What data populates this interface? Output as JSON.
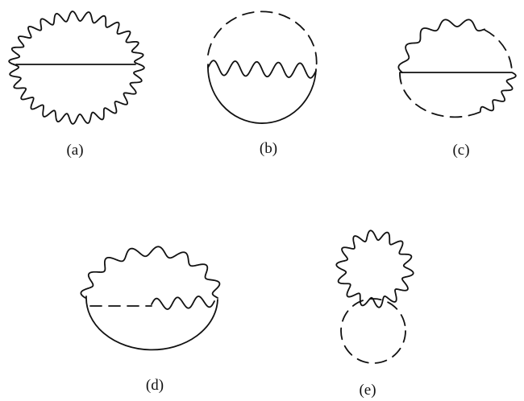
{
  "diagrams": [
    {
      "id": "a",
      "label": "(a)"
    },
    {
      "id": "b",
      "label": "(b)"
    },
    {
      "id": "c",
      "label": "(c)"
    },
    {
      "id": "d",
      "label": "(d)"
    },
    {
      "id": "e",
      "label": "(e)"
    }
  ]
}
